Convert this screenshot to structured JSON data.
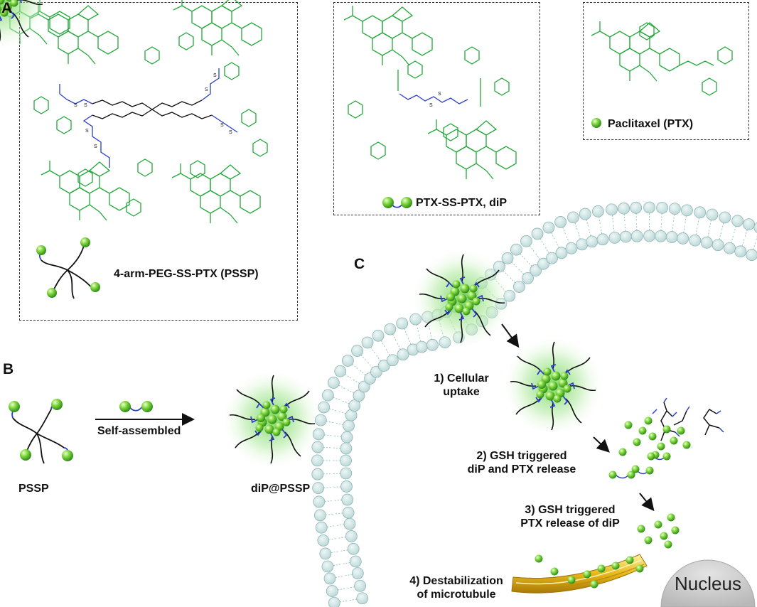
{
  "panels": {
    "a": {
      "letter": "A",
      "pssp_label": "4-arm-PEG-SS-PTX (PSSP)",
      "dip_label": "PTX-SS-PTX, diP",
      "ptx_label": "Paclitaxel (PTX)"
    },
    "b": {
      "letter": "B",
      "pssp_label": "PSSP",
      "arrow_label": "Self-assembled",
      "nano_label": "diP@PSSP"
    },
    "c": {
      "letter": "C",
      "step1": [
        "1) Cellular",
        "uptake"
      ],
      "step2": [
        "2) GSH triggered",
        "diP and PTX release"
      ],
      "step3": [
        "3) GSH triggered",
        "PTX release of diP"
      ],
      "step4": [
        "4) Destabilization",
        "of microtubule"
      ],
      "nucleus": "Nucleus"
    }
  },
  "colors": {
    "molecule": "#22a83a",
    "linker": "#2b3fc9",
    "sphere": "#6ed13a",
    "membrane_head": "#c7dede",
    "membrane_stroke": "#93b8b8",
    "microtubule": "#e7b419",
    "nucleus": "#c9c9c9",
    "halo": "#8ee07a"
  }
}
